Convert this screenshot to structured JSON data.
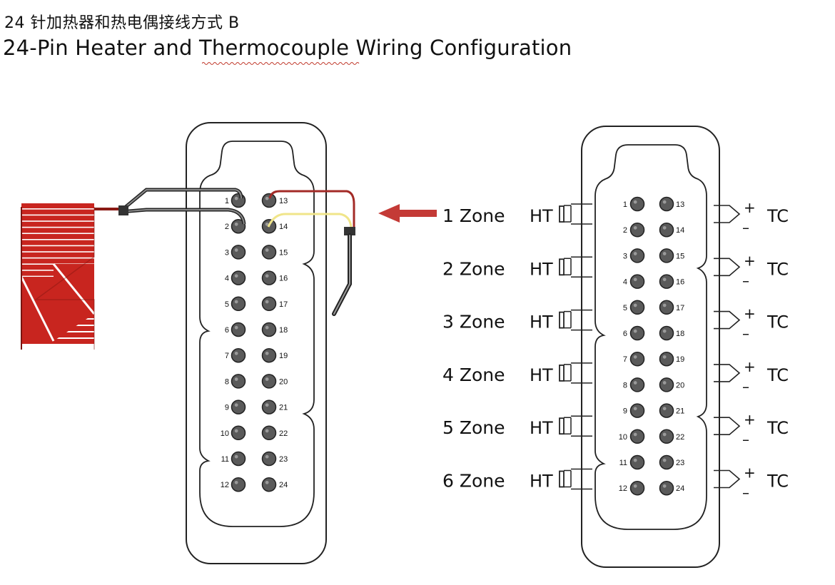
{
  "title_cn": "24 针加热器和热电偶接线方式 B",
  "title_en": "24-Pin Heater and Thermocouple Wiring Configuration",
  "left_pins": [
    "1",
    "2",
    "3",
    "4",
    "5",
    "6",
    "7",
    "8",
    "9",
    "10",
    "11",
    "12"
  ],
  "right_pins": [
    "13",
    "14",
    "15",
    "16",
    "17",
    "18",
    "19",
    "20",
    "21",
    "22",
    "23",
    "24"
  ],
  "zones": [
    "1 Zone",
    "2 Zone",
    "3 Zone",
    "4 Zone",
    "5 Zone",
    "6 Zone"
  ],
  "ht_label": "HT",
  "tc_label": "TC",
  "plus_sign": "+",
  "minus_sign": "–",
  "colors": {
    "heater_red": "#c8251f",
    "arrow_red": "#c43a36",
    "tc_red": "#a32b27",
    "tc_yellow": "#f0e58a",
    "pin_fill": "#5a5a5a",
    "outline": "#222222"
  },
  "icons": [
    "heater-coil-icon",
    "thermocouple-probe-icon",
    "arrow-left-icon"
  ]
}
